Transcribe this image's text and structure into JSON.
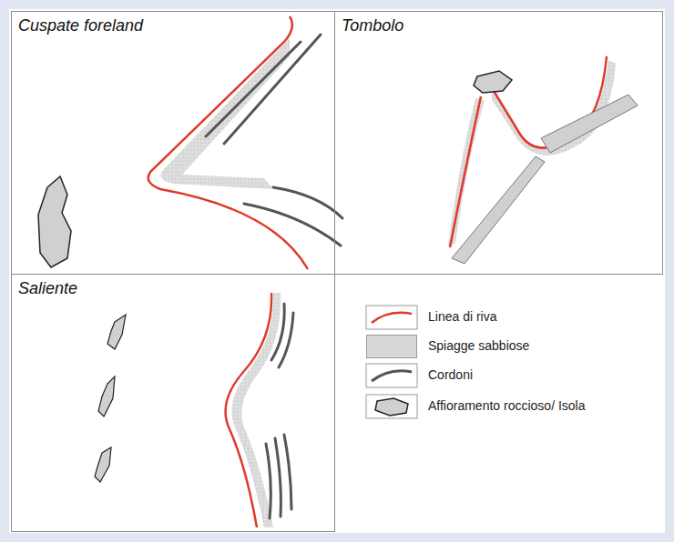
{
  "diagram": {
    "nodes": [
      {
        "text": [
          "Cuspate foreland"
        ]
      },
      {
        "text": [
          "Tombolo"
        ]
      },
      {
        "text": [
          "Saliente"
        ]
      }
    ],
    "legend": [
      {
        "text": "Linea di riva"
      },
      {
        "text": "Spiagge sabbiose",
        "color": "#d8d8d8"
      },
      {
        "text": "Cordoni"
      },
      {
        "text": "Affioramento roccioso/ Isola"
      }
    ]
  }
}
